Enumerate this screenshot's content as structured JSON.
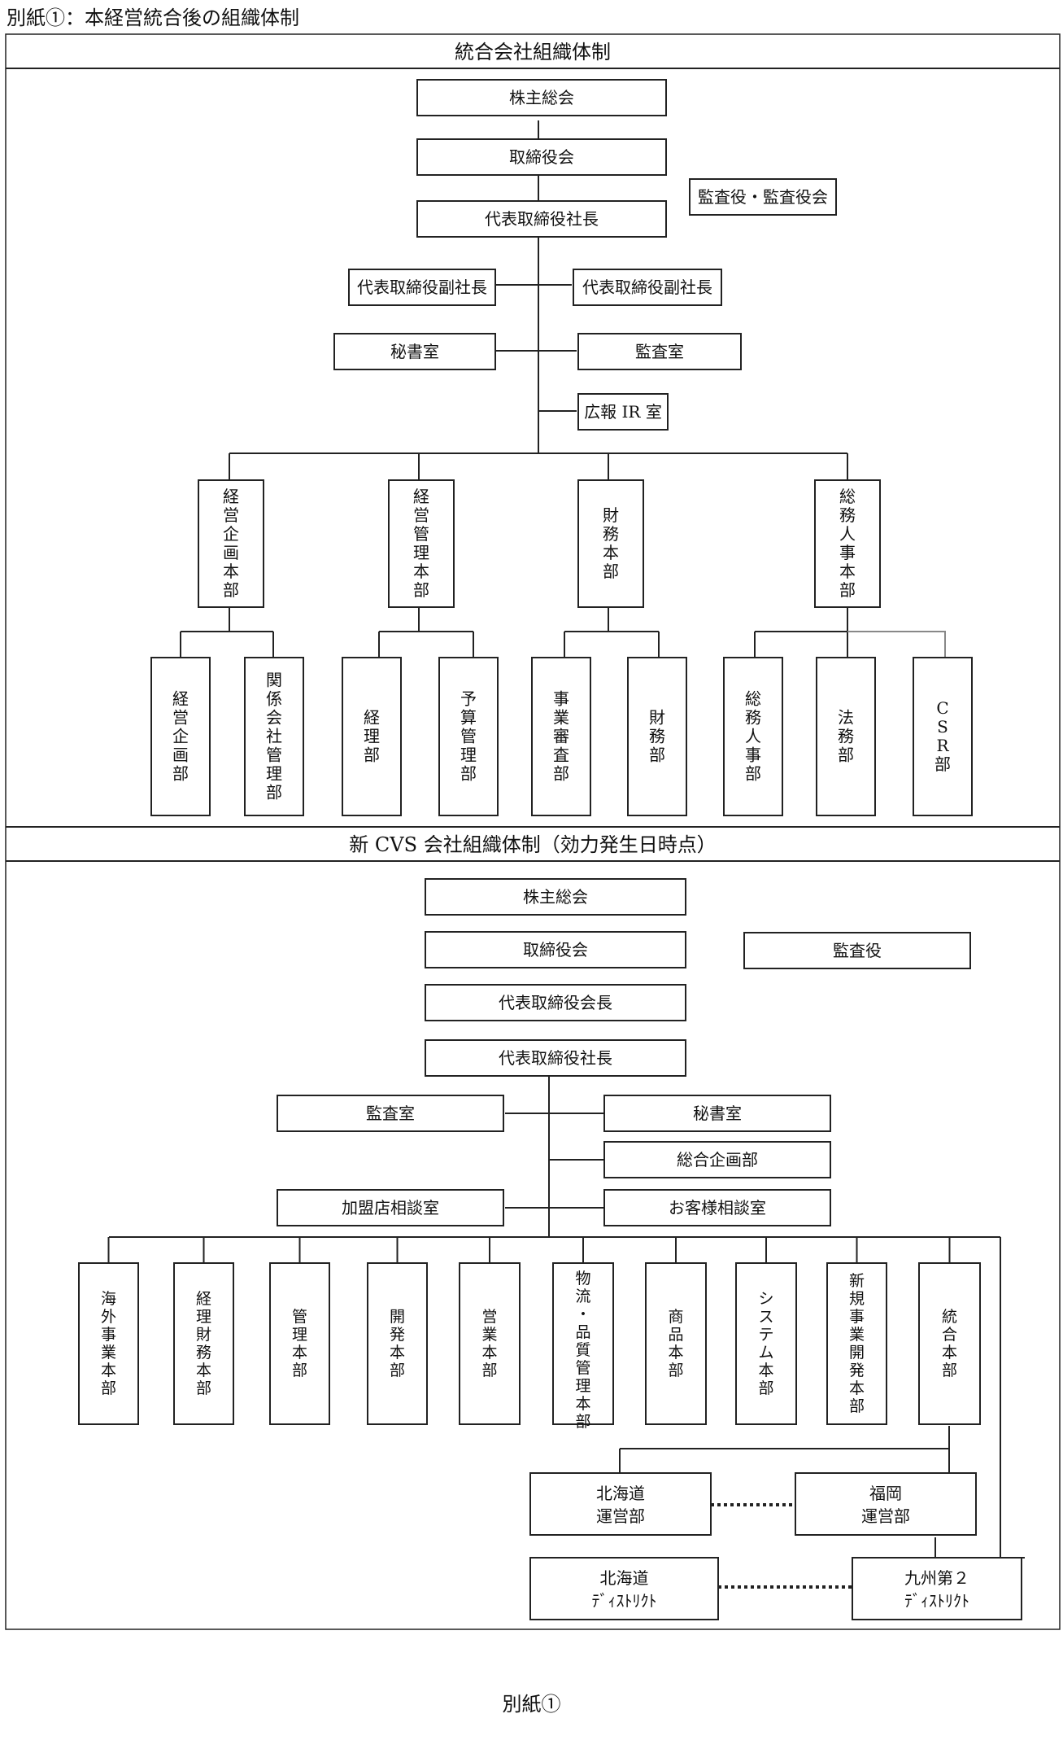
{
  "title": "別紙①：本経営統合後の組織体制",
  "footer": "別紙①",
  "section1": {
    "header": "統合会社組織体制",
    "top": [
      "株主総会",
      "取締役会",
      "代表取締役社長"
    ],
    "auditor": "監査役・監査役会",
    "vice_left": "代表取締役副社長",
    "vice_right": "代表取締役副社長",
    "secretary": "秘書室",
    "audit_office": "監査室",
    "pr": "広報 IR 室",
    "divisions": [
      {
        "name": "経営企画本部",
        "children": [
          "経営企画部",
          "関係会社管理部"
        ]
      },
      {
        "name": "経営管理本部",
        "children": [
          "経理部",
          "予算管理部"
        ]
      },
      {
        "name": "財務本部",
        "children": [
          "事業審査部",
          "財務部"
        ]
      },
      {
        "name": "総務人事本部",
        "children": [
          "総務人事部",
          "法務部",
          "CSR部"
        ]
      }
    ]
  },
  "section2": {
    "header": "新 CVS 会社組織体制（効力発生日時点）",
    "top": [
      "株主総会",
      "取締役会",
      "代表取締役会長",
      "代表取締役社長"
    ],
    "auditor": "監査役",
    "audit_office": "監査室",
    "secretary": "秘書室",
    "planning": "総合企画部",
    "franchise": "加盟店相談室",
    "customer": "お客様相談室",
    "divisions": [
      "海外事業本部",
      "経理財務本部",
      "管理本部",
      "開発本部",
      "営業本部",
      "物流・品質管理本部",
      "商品本部",
      "システム本部",
      "新規事業開発本部",
      "統合本部"
    ],
    "hokkaido_ops": [
      "北海道",
      "運営部"
    ],
    "fukuoka_ops": [
      "福岡",
      "運営部"
    ],
    "hokkaido_district": [
      "北海道",
      "ﾃﾞｨｽﾄﾘｸﾄ"
    ],
    "kyushu_district": [
      "九州第２",
      "ﾃﾞｨｽﾄﾘｸﾄ"
    ]
  }
}
